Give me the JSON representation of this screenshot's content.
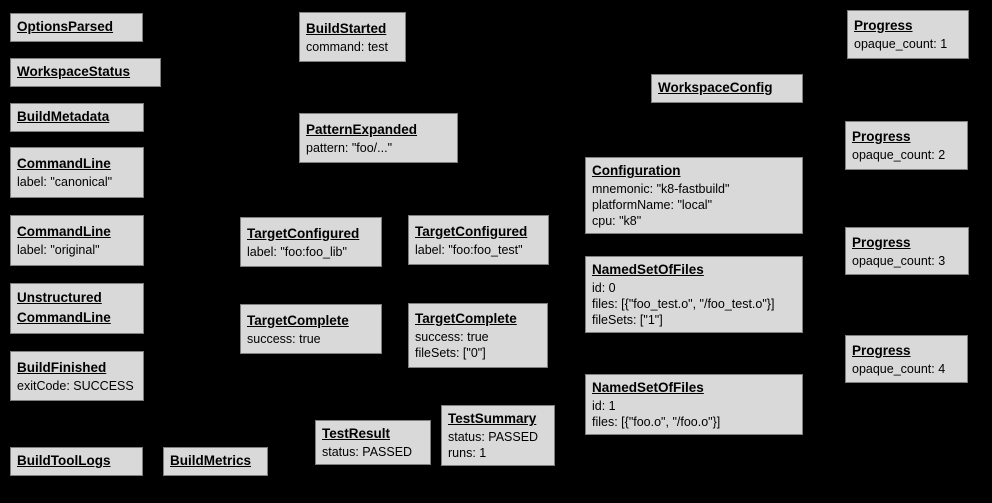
{
  "colors": {
    "background": "#000000",
    "node_fill": "#d9d9d9",
    "node_border": "#808080",
    "text": "#000000"
  },
  "nodes": {
    "options_parsed": {
      "title": "OptionsParsed"
    },
    "workspace_status": {
      "title": "WorkspaceStatus"
    },
    "build_metadata": {
      "title": "BuildMetadata"
    },
    "command_line_canonical": {
      "title": "CommandLine",
      "lines": [
        "label: \"canonical\""
      ]
    },
    "command_line_original": {
      "title": "CommandLine",
      "lines": [
        "label: \"original\""
      ]
    },
    "unstructured_command_line": {
      "title_line1": "Unstructured",
      "title_line2": "CommandLine"
    },
    "build_finished": {
      "title": "BuildFinished",
      "lines": [
        "exitCode: SUCCESS"
      ]
    },
    "build_tool_logs": {
      "title": "BuildToolLogs"
    },
    "build_metrics": {
      "title": "BuildMetrics"
    },
    "build_started": {
      "title": "BuildStarted",
      "lines": [
        "command: test"
      ]
    },
    "pattern_expanded": {
      "title": "PatternExpanded",
      "lines": [
        "pattern: \"foo/...\""
      ]
    },
    "target_configured_lib": {
      "title": "TargetConfigured",
      "lines": [
        "label: \"foo:foo_lib\""
      ]
    },
    "target_configured_test": {
      "title": "TargetConfigured",
      "lines": [
        "label: \"foo:foo_test\""
      ]
    },
    "target_complete_lib": {
      "title": "TargetComplete",
      "lines": [
        "success: true"
      ]
    },
    "target_complete_test": {
      "title": "TargetComplete",
      "lines": [
        "success: true",
        "fileSets: [\"0\"]"
      ]
    },
    "test_result": {
      "title": "TestResult",
      "lines": [
        "status: PASSED"
      ]
    },
    "test_summary": {
      "title": "TestSummary",
      "lines": [
        "status: PASSED",
        "runs: 1"
      ]
    },
    "workspace_config": {
      "title": "WorkspaceConfig"
    },
    "configuration": {
      "title": "Configuration",
      "lines": [
        "mnemonic: \"k8-fastbuild\"",
        "platformName: \"local\"",
        "cpu: \"k8\""
      ]
    },
    "named_set_of_files_0": {
      "title": "NamedSetOfFiles",
      "lines": [
        "id: 0",
        "files: [{\"foo_test.o\", \"/foo_test.o\"}]",
        "fileSets: [\"1\"]"
      ]
    },
    "named_set_of_files_1": {
      "title": "NamedSetOfFiles",
      "lines": [
        "id: 1",
        "files: [{\"foo.o\", \"/foo.o\"}]"
      ]
    },
    "progress_1": {
      "title": "Progress",
      "lines": [
        "opaque_count: 1"
      ]
    },
    "progress_2": {
      "title": "Progress",
      "lines": [
        "opaque_count: 2"
      ]
    },
    "progress_3": {
      "title": "Progress",
      "lines": [
        "opaque_count: 3"
      ]
    },
    "progress_4": {
      "title": "Progress",
      "lines": [
        "opaque_count: 4"
      ]
    }
  }
}
